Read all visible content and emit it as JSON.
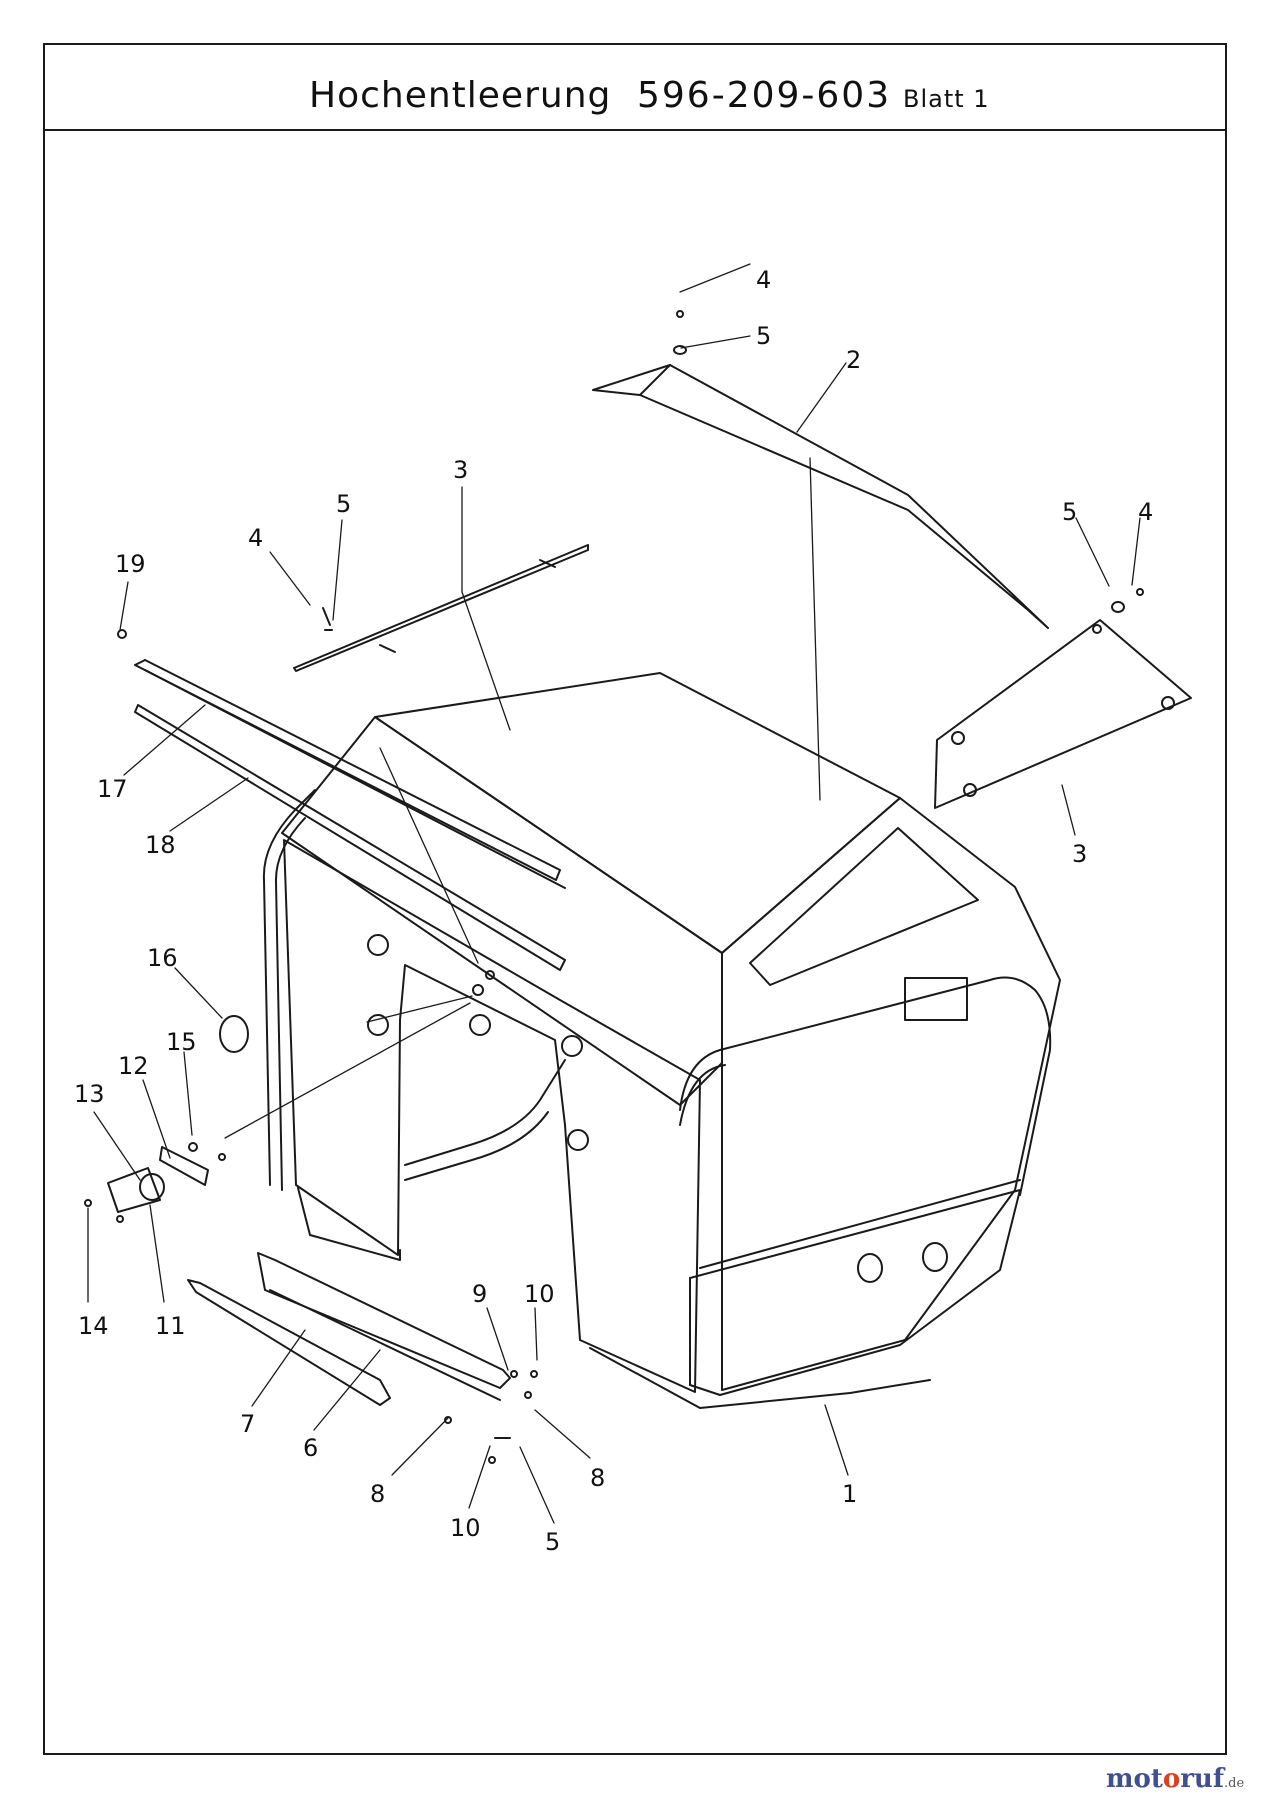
{
  "header": {
    "title": "Hochentleerung",
    "part_number": "596-209-603",
    "sheet": "Blatt 1"
  },
  "callouts": [
    {
      "id": "c4a",
      "label": "4"
    },
    {
      "id": "c5a",
      "label": "5"
    },
    {
      "id": "c2",
      "label": "2"
    },
    {
      "id": "c3a",
      "label": "3"
    },
    {
      "id": "c5b",
      "label": "5"
    },
    {
      "id": "c4b",
      "label": "4"
    },
    {
      "id": "c19",
      "label": "19"
    },
    {
      "id": "c5c",
      "label": "5"
    },
    {
      "id": "c4c",
      "label": "4"
    },
    {
      "id": "c17",
      "label": "17"
    },
    {
      "id": "c18",
      "label": "18"
    },
    {
      "id": "c3b",
      "label": "3"
    },
    {
      "id": "c16",
      "label": "16"
    },
    {
      "id": "c15",
      "label": "15"
    },
    {
      "id": "c12",
      "label": "12"
    },
    {
      "id": "c13",
      "label": "13"
    },
    {
      "id": "c14",
      "label": "14"
    },
    {
      "id": "c11",
      "label": "11"
    },
    {
      "id": "c9",
      "label": "9"
    },
    {
      "id": "c10a",
      "label": "10"
    },
    {
      "id": "c7",
      "label": "7"
    },
    {
      "id": "c6",
      "label": "6"
    },
    {
      "id": "c8a",
      "label": "8"
    },
    {
      "id": "c8b",
      "label": "8"
    },
    {
      "id": "c10b",
      "label": "10"
    },
    {
      "id": "c5d",
      "label": "5"
    },
    {
      "id": "c1",
      "label": "1"
    }
  ],
  "brand": {
    "part1": "mot",
    "part2": "o",
    "part3": "ruf",
    "tld": ".de"
  },
  "colors": {
    "line": "#1a1a1a",
    "brand_blue": "#3f4f8f",
    "brand_orange": "#d9421e"
  }
}
